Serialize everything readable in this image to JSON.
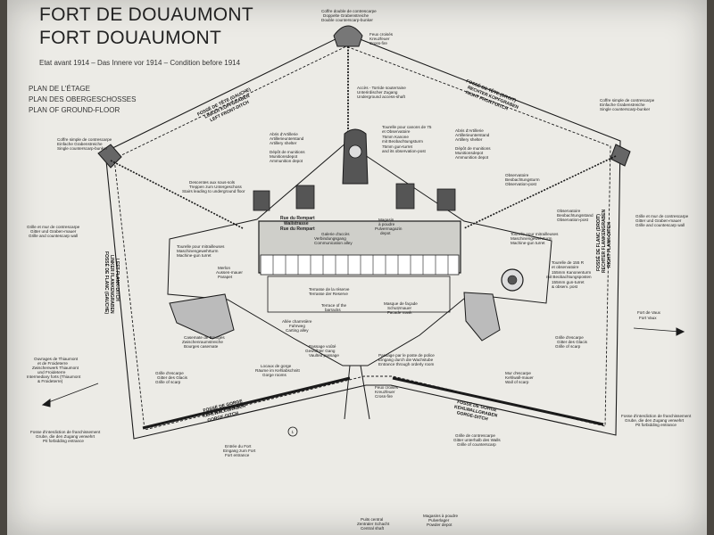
{
  "header": {
    "title_fr": "FORT DE DOUAUMONT",
    "title_en": "FORT DOUAUMONT",
    "subtitle": "Etat avant 1914  –  Das Innere vor 1914  –  Condition before 1914"
  },
  "plan_title": [
    "PLAN DE L'ÉTAGE",
    "PLAN DES OBERGESCHOSSES",
    "PLAN OF GROUND-FLOOR"
  ],
  "labels": {
    "head_bunker": [
      "Coffre double de contrescarpe",
      "Doppelte Grabenstreiche",
      "Double counterscarp-bunker"
    ],
    "head_crossfire": [
      "Feux croisés",
      "Kreuzfeuer",
      "Cross-fire"
    ],
    "underground_access": [
      "Accès - Torride souterraine",
      "Unterirdischer Zugang",
      "Underground access-shaft"
    ],
    "ditch_head_left": [
      "FOSSÉ DE TÊTE (GAUCHE)",
      "LINKER KOPFGRABEN",
      "LEFT FRONT-DITCH"
    ],
    "ditch_head_right": [
      "FOSSÉ DE TÊTE (DROIT)",
      "RECHTER KOPFGRABEN",
      "RIGHT FRONT-DITCH"
    ],
    "single_bunker_left": [
      "Coffre simple de contrescarpe",
      "Einfache Grabenstreiche",
      "Single counterscarp-bunker"
    ],
    "single_bunker_right": [
      "Coffre simple de contrescarpe",
      "Einfache Grabenstreiche",
      "Single counterscarp-bunker"
    ],
    "turret_75": [
      "Tourelle pour canons de 75",
      "et Observatoire",
      "75mm Kanone",
      "mit Beobachtungsturm",
      "75mm gun-turret",
      "and its observation-post"
    ],
    "artillery_shelter_left": [
      "Abris d'Artillerie",
      "Artillerieunterstand",
      "Artillery shelter"
    ],
    "ammo_depot_left": [
      "Dépôt de munitions",
      "Munitionsdepot",
      "Ammunition depot"
    ],
    "artillery_shelter_right": [
      "Abris d'Artillerie",
      "Artillerieunterstand",
      "Artillery shelter"
    ],
    "ammo_depot_right": [
      "Dépôt de munitions",
      "Munitionsdepot",
      "Ammunition depot"
    ],
    "stairs": [
      "Descentes aux sous-sols",
      "Treppen zum Untergeschoss",
      "Stairs leading to underground floor"
    ],
    "observatory_1": [
      "Observatoire",
      "Beobachtungsturm",
      "Observation-post"
    ],
    "observatory_2": [
      "Observatoire",
      "Beobachtungsstand",
      "Observation-post"
    ],
    "grille_left": [
      "Grille et mur de contrescarpe",
      "Gitter und Graben-mauer",
      "Grille and countescarp wall"
    ],
    "grille_right": [
      "Grille et mur de contrescarpe",
      "Gitter und Graben-mauer",
      "Grille and countescarp wall"
    ],
    "mg_turret_left": [
      "Tourelle pour mitrailleuses",
      "Maschinengewehrturm",
      "Machine-gun turret"
    ],
    "mg_turret_right": [
      "Tourelle pour mitrailleuses",
      "Maschinengewehrturm",
      "Machine-gun turret"
    ],
    "rampart_street": [
      "Rue du Rempart",
      "Wallstrasse",
      "Rue du Rempart"
    ],
    "comm_gallery": [
      "Galerie d'accès",
      "Verbindungsgang",
      "Communication alley"
    ],
    "powder_magazine": [
      "Magasin",
      "à poudre",
      "Pulvermagazin",
      "depot"
    ],
    "parapet": [
      "Merlon",
      "Aussen-mauer",
      "Parapet"
    ],
    "turret_155": [
      "Tourelle de 155 R",
      "et observatoire",
      "155mm Kanonenturm",
      "mit Beobachtungsposten",
      "155mm gun-turret",
      "& observ. post"
    ],
    "reserve_terrace": [
      "Terrasse de la réserve",
      "Terrasse der Reserve"
    ],
    "barracks_terrace": [
      "Terrace of the",
      "barracks"
    ],
    "facade_mask": [
      "Masque de façade",
      "Schutzmauer",
      "Facade mask"
    ],
    "bourges_casemate": [
      "Casemate de Bourges",
      "Zwischenraumstreiche",
      "Bourges casemate"
    ],
    "carting_alley": [
      "Allée charretière",
      "Fahrweg",
      "Carting alley"
    ],
    "vaulted_passage": [
      "Passage voûté",
      "Gewölbter Gang",
      "Vaulted passage"
    ],
    "police_entrance": [
      "Passage par le poste de police",
      "Eingang durch die Wachstube",
      "Entrance through orderly room"
    ],
    "fort_vaux": [
      "Fort de Vaux",
      "Fort Vaux"
    ],
    "grille_escarp_left": [
      "Grille d'escarpe",
      "Gitter des Glacis",
      "Grille of scarp"
    ],
    "grille_escarp_right": [
      "Grille d'escarpe",
      "Gitter des Glacis",
      "Grille of scarp"
    ],
    "thiaumont": [
      "Ouvrages de Thiaumont",
      "et de Froideterre",
      "Zwischenwerk Thiaumont",
      "und Froideterre",
      "Intermediary forts (Thiaumont",
      "& Froideterre)"
    ],
    "gorge_rooms": [
      "Locaux de gorge",
      "Räume im Kehlabschnitt",
      "Gorge rooms"
    ],
    "gorge_crossfire": [
      "Feux croisés",
      "Kreuzfeuer",
      "Cross-fire"
    ],
    "escarp_wall": [
      "Mur d'escarpe",
      "Kehlwall-mauer",
      "Wall of scarp"
    ],
    "gorge_ditch_left": [
      "FOSSÉ DE GORGE",
      "KEHLWALLGRABEN",
      "GORGE-DITCH"
    ],
    "gorge_ditch_right": [
      "FOSSÉ DE GORGE",
      "KEHLWALLGRABEN",
      "GORGE-DITCH"
    ],
    "ditch_flank_left": [
      "FOSSÉ DE FLANC (GAUCHE)",
      "LINKER FLANKENGRABEN",
      "LEFT FLANK-DITCH"
    ],
    "ditch_flank_right": [
      "FOSSÉ DE FLANC (DROIT)",
      "RECHTER FLANKENGRABEN",
      "RIGHT FLANK-DITCH"
    ],
    "no_entry_left": [
      "Fosse d'interdiction de franchissement",
      "Grube, die den Zugang verwehrt",
      "Pit forbidding entrance"
    ],
    "no_entry_right": [
      "Fosse d'interdiction de franchissement",
      "Grube, die den Zugang verwehrt",
      "Pit forbidding entrance"
    ],
    "gorge_grille": [
      "Grille de contrescarpe",
      "Gitter unterhalb des Walls",
      "Grille of counterscarp"
    ],
    "fort_entrance": [
      "Entrée du Fort",
      "Eingang zum Fort",
      "Fort entrance"
    ],
    "central_shaft": [
      "Puits central",
      "Zentraler Schacht",
      "Central shaft"
    ],
    "powder_magazine_2": [
      "Magasins à poudre",
      "Pulverlager",
      "Powder depot"
    ],
    "marker_1": "1"
  }
}
